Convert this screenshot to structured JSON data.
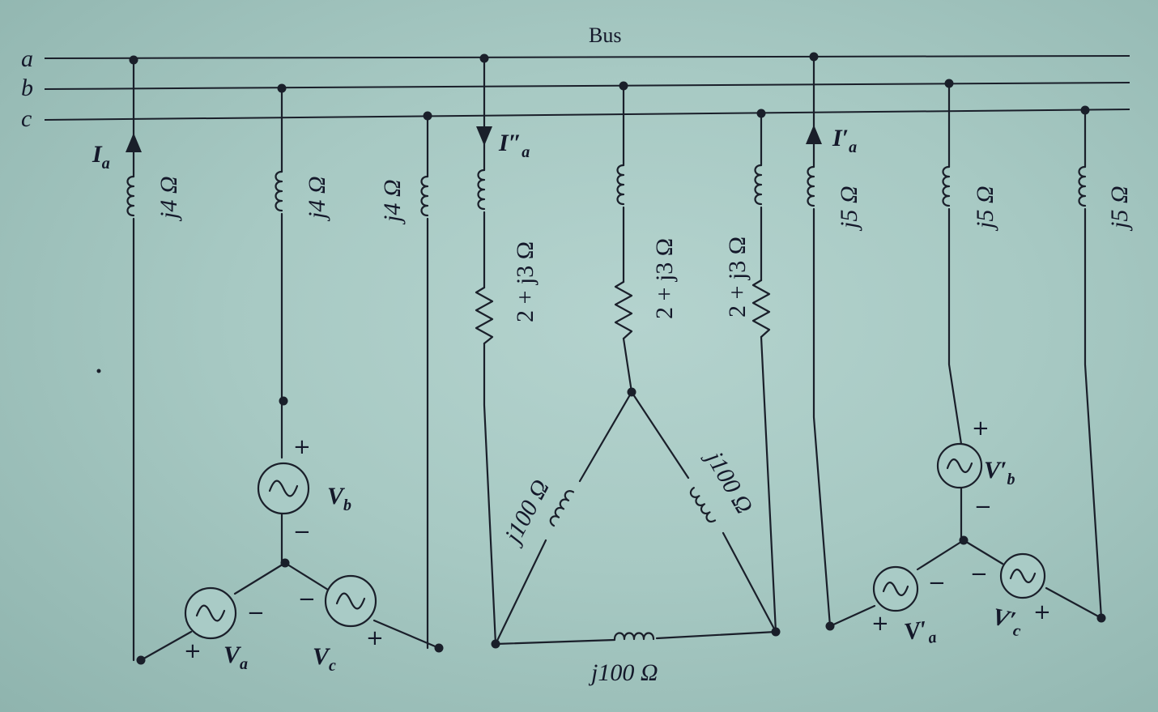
{
  "bus": {
    "title": "Bus",
    "lines": [
      "a",
      "b",
      "c"
    ]
  },
  "generator1": {
    "impedances": [
      "j4 Ω",
      "j4 Ω",
      "j4 Ω"
    ],
    "current": "I",
    "current_sub": "a",
    "sources": {
      "a": {
        "name": "V",
        "sub": "a"
      },
      "b": {
        "name": "V",
        "sub": "b"
      },
      "c": {
        "name": "V",
        "sub": "c"
      }
    }
  },
  "load": {
    "current": "I″",
    "current_sub": "a",
    "branch_impedances": [
      "2 + j3 Ω",
      "2 + j3 Ω",
      "2 + j3 Ω"
    ],
    "delta_impedances": [
      "j100 Ω",
      "j100 Ω",
      "j100 Ω"
    ]
  },
  "generator2": {
    "impedances": [
      "j5 Ω",
      "j5 Ω",
      "j5 Ω"
    ],
    "current": "I′",
    "current_sub": "a",
    "sources": {
      "a": {
        "name": "V′",
        "sub": "a"
      },
      "b": {
        "name": "V′",
        "sub": "b"
      },
      "c": {
        "name": "V′",
        "sub": "c"
      }
    }
  },
  "polarity": {
    "plus": "+",
    "minus": "−"
  }
}
